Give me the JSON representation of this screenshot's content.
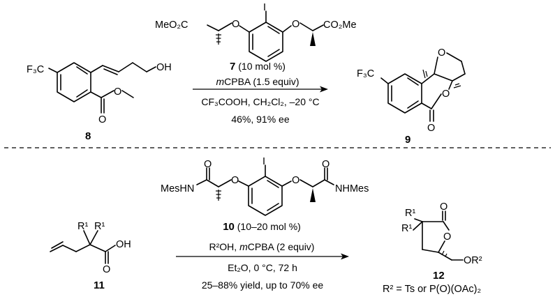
{
  "colors": {
    "ink": "#000000",
    "background": "#ffffff"
  },
  "reaction_top": {
    "catalyst_groups": {
      "left_ester": "MeO₂C",
      "ortho_iodo": "I",
      "right_ester": "CO₂Me",
      "oxygen": "O"
    },
    "substrate": {
      "number": "8",
      "cf3": "F₃C",
      "oh": "OH",
      "ester_o": "O"
    },
    "conditions": {
      "catalyst": {
        "number": "7",
        "loading": " (10 mol %)"
      },
      "oxidant": {
        "prefix": "m",
        "text": "CPBA (1.5 equiv)"
      },
      "solvent": "CF₃COOH, CH₂Cl₂, –20 °C",
      "result": "46%, 91% ee"
    },
    "product": {
      "number": "9",
      "cf3": "F₃C",
      "ring_o": "O",
      "lactone_o": "O",
      "carbonyl_o": "O"
    }
  },
  "reaction_bottom": {
    "catalyst_groups": {
      "left_amide": "MesHN",
      "right_amide": "NHMes",
      "ortho_iodo": "I",
      "oxygen": "O"
    },
    "substrate": {
      "number": "11",
      "r1": "R¹",
      "acid_oh": "OH",
      "acid_o": "O"
    },
    "conditions": {
      "catalyst": {
        "number": "10",
        "loading": " (10–20 mol %)"
      },
      "reagents_a": "R²OH, ",
      "oxidant": {
        "prefix": "m",
        "text": "CPBA (2 equiv)"
      },
      "solvent": "Et₂O, 0 °C, 72 h",
      "result": "25–88% yield, up to 70% ee"
    },
    "product": {
      "number": "12",
      "r1": "R¹",
      "ring_o": "O",
      "carbonyl_o": "O",
      "ether": "OR²",
      "r2_note": "R² = Ts or P(O)(OAc)₂"
    }
  }
}
